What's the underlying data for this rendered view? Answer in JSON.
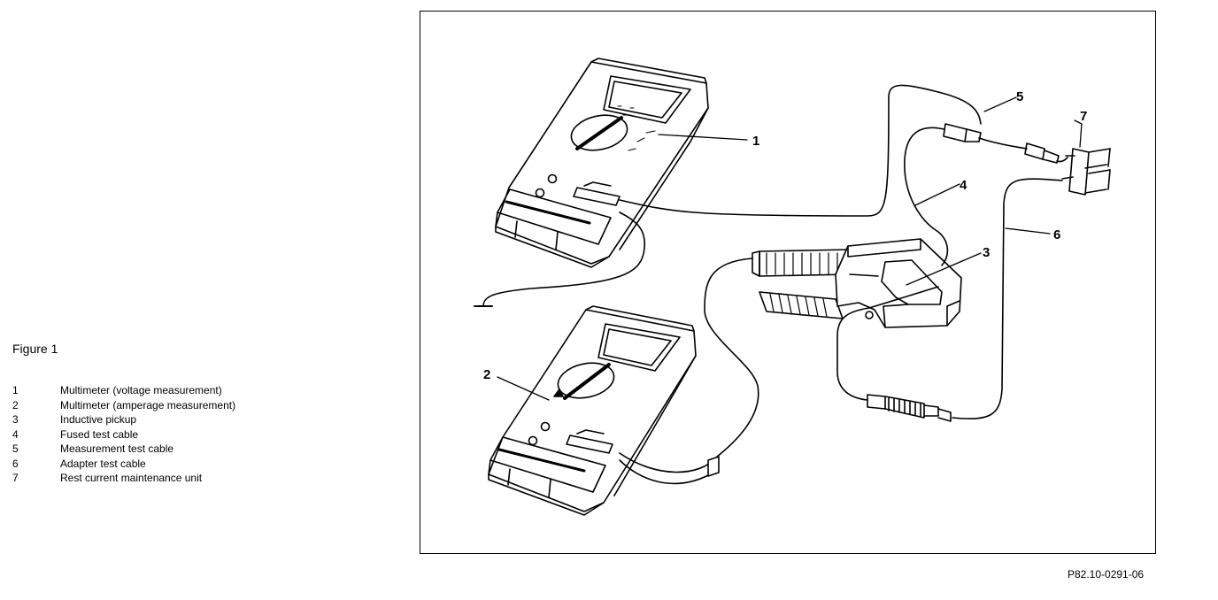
{
  "figure": {
    "title": "Figure 1",
    "code": "P82.10-0291-06"
  },
  "legend": [
    {
      "num": "1",
      "text": "Multimeter (voltage measurement)"
    },
    {
      "num": "2",
      "text": "Multimeter (amperage measurement)"
    },
    {
      "num": "3",
      "text": "Inductive pickup"
    },
    {
      "num": "4",
      "text": "Fused test cable"
    },
    {
      "num": "5",
      "text": "Measurement test cable"
    },
    {
      "num": "6",
      "text": "Adapter test cable"
    },
    {
      "num": "7",
      "text": "Rest current maintenance unit"
    }
  ],
  "callouts": [
    "1",
    "2",
    "3",
    "4",
    "5",
    "6",
    "7"
  ]
}
